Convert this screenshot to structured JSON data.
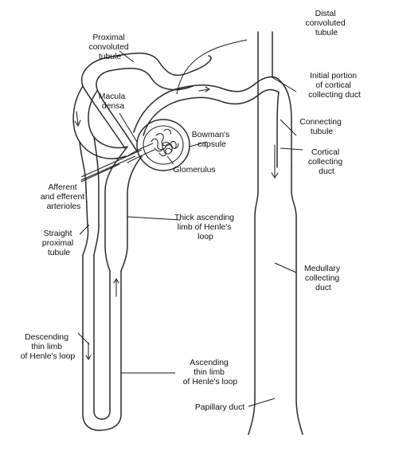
{
  "labels": {
    "proximal_convoluted_tubule": [
      "Proximal",
      "convoluted",
      "tubule"
    ],
    "distal_convoluted_tubule": [
      "Distal",
      "convoluted",
      "tubule"
    ],
    "initial_portion_cortical_collecting_duct": [
      "Initial portion",
      "of cortical",
      "collecting duct"
    ],
    "macula_densa": [
      "Macula",
      "densa"
    ],
    "bowmans_capsule": [
      "Bowman's",
      "capsule"
    ],
    "connecting_tubule": [
      "Connecting",
      "tubule"
    ],
    "glomerulus": [
      "Glomerulus"
    ],
    "cortical_collecting_duct": [
      "Cortical",
      "collecting",
      "duct"
    ],
    "afferent_efferent_arterioles": [
      "Afferent",
      "and efferent",
      "arterioles"
    ],
    "straight_proximal_tubule": [
      "Straight",
      "proximal",
      "tubule"
    ],
    "thick_ascending_limb": [
      "Thick ascending",
      "limb of Henle's",
      "loop"
    ],
    "medullary_collecting_duct": [
      "Medullary",
      "collecting",
      "duct"
    ],
    "descending_thin_limb": [
      "Descending",
      "thin limb",
      "of Henle's loop"
    ],
    "ascending_thin_limb": [
      "Ascending",
      "thin limb",
      "of Henle's loop"
    ],
    "papillary_duct": [
      "Papillary duct"
    ]
  },
  "colors": {
    "line": "#2a2a2a",
    "text": "#111111",
    "background": "#ffffff"
  }
}
